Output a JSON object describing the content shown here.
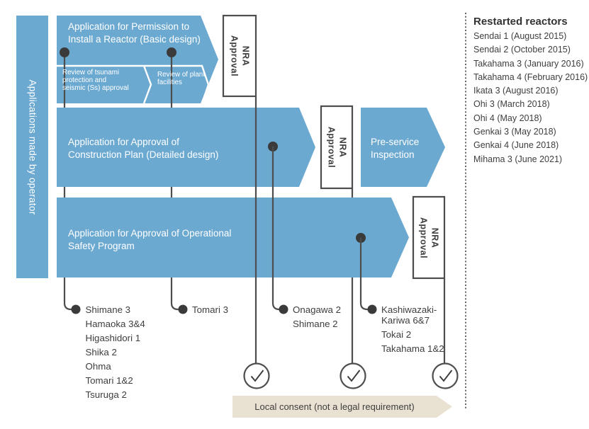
{
  "colors": {
    "blue": "#6CA9D1",
    "line": "#4D4D4D",
    "dot": "#3A3A3A",
    "text": "#3E3E3E",
    "beige": "#E9E1D2",
    "white": "#FFFFFF"
  },
  "left_bar": {
    "label": "Applications made by operator"
  },
  "arrows": {
    "stage1": {
      "title": "Application for Permission to\nInstall a Reactor (Basic design)"
    },
    "stage2": {
      "title": "Application for Approval of\nConstruction Plan (Detailed design)"
    },
    "stage3": {
      "title": "Application for Approval of Operational\nSafety Program"
    },
    "pre_service": {
      "title": "Pre-service\nInspection"
    }
  },
  "reviews": {
    "tsunami": "Review of tsunami\nprotection and\nseismic (Ss) approval",
    "plant": "Review of plant\nfacilities"
  },
  "nra": {
    "label": "NRA\nApproval"
  },
  "local_consent": {
    "label": "Local consent (not a legal requirement)"
  },
  "operator_lists": {
    "install": [
      "Shimane 3",
      "Hamaoka 3&4",
      "Higashidori 1",
      "Shika 2",
      "Ohma",
      "Tomari 1&2",
      "Tsuruga 2"
    ],
    "install_plant": [
      "Tomari 3"
    ],
    "construction": [
      "Onagawa 2",
      "Shimane 2"
    ],
    "safety": [
      "Kashiwazaki-\nKariwa 6&7",
      "Tokai 2",
      "Takahama 1&2"
    ]
  },
  "restarted": {
    "title": "Restarted reactors",
    "items": [
      "Sendai 1 (August 2015)",
      "Sendai 2 (October 2015)",
      "Takahama 3 (January 2016)",
      "Takahama 4 (February 2016)",
      "Ikata 3 (August 2016)",
      "Ohi 3 (March 2018)",
      "Ohi 4 (May 2018)",
      "Genkai 3 (May 2018)",
      "Genkai 4 (June 2018)",
      "Mihama 3 (June 2021)"
    ]
  }
}
